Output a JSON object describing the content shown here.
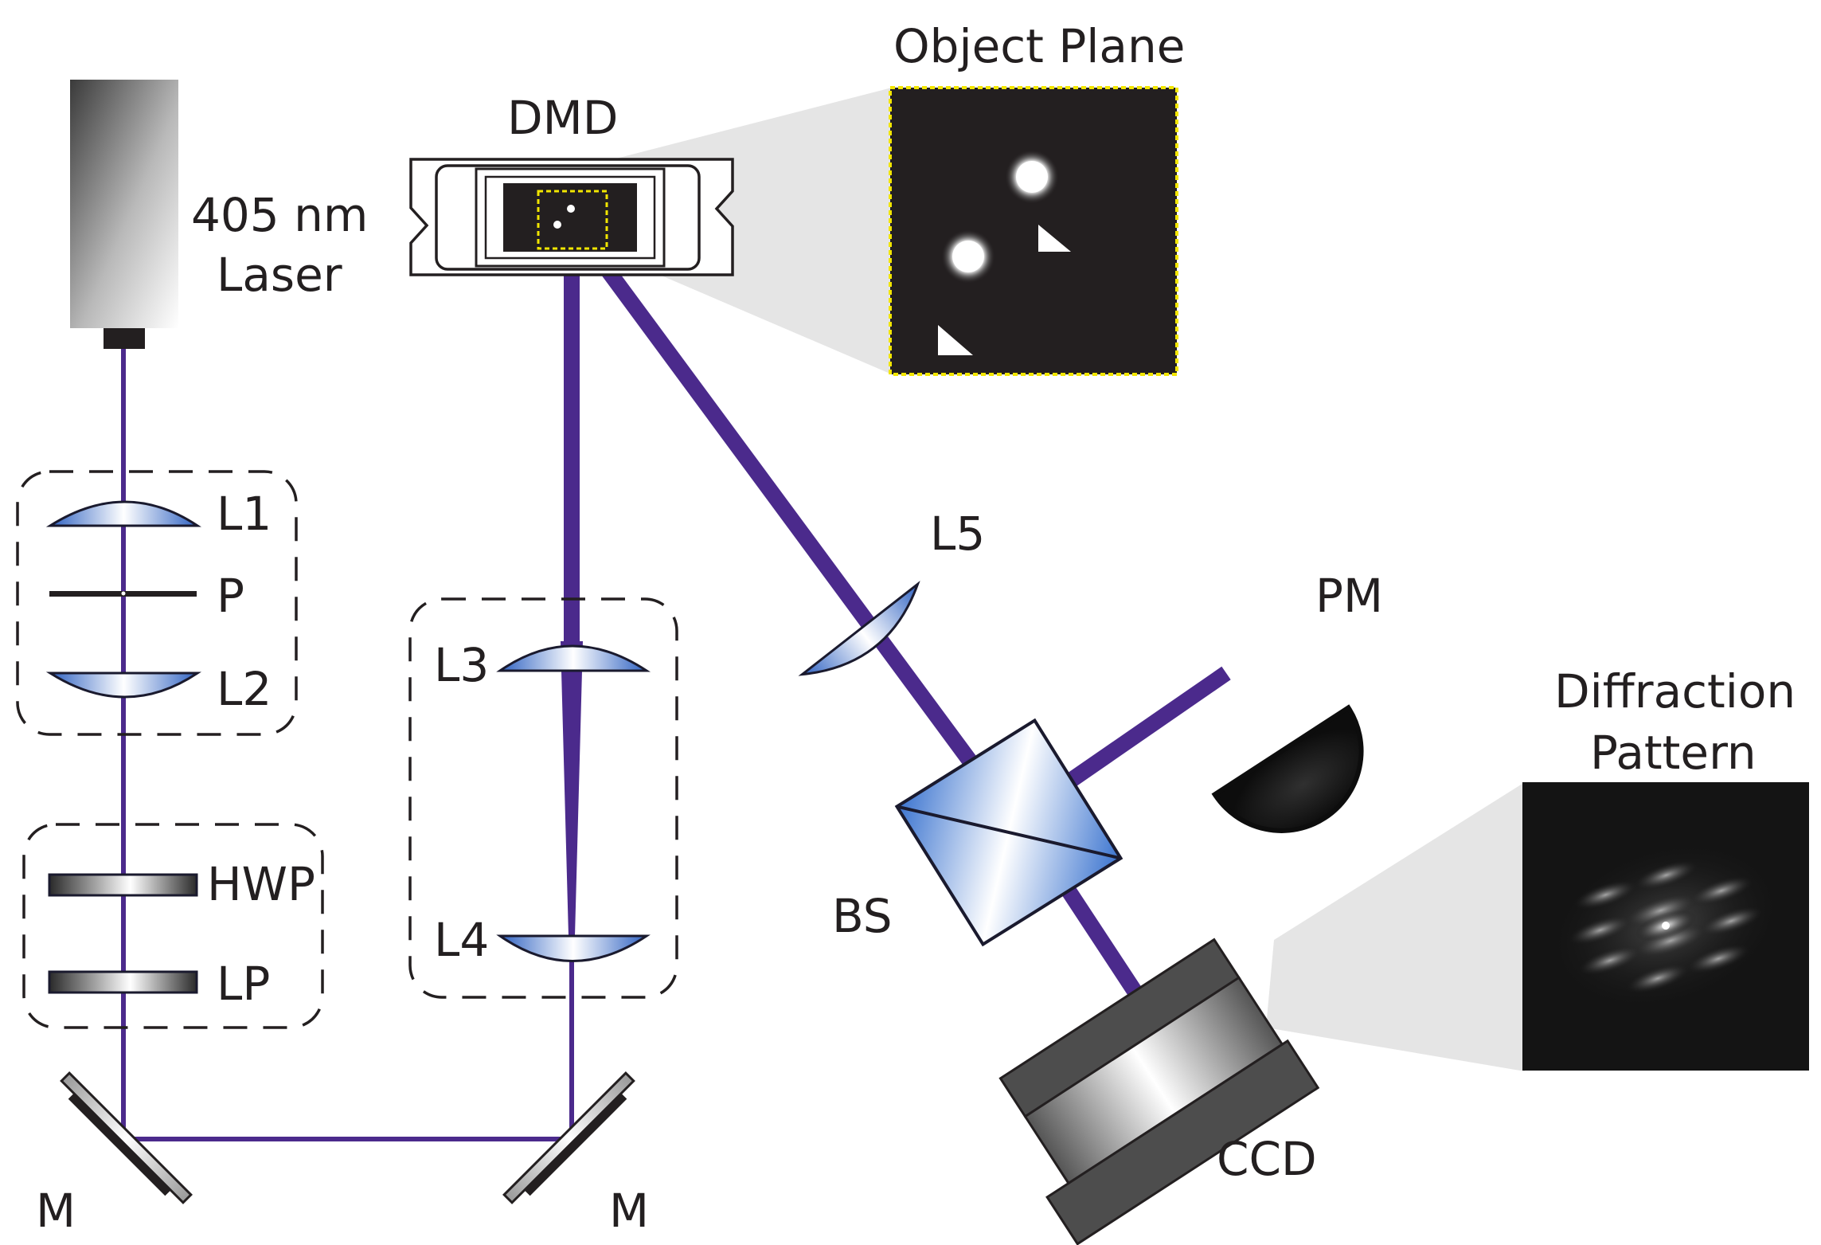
{
  "labels": {
    "laser": "405 nm",
    "laser2": "Laser",
    "dmd": "DMD",
    "object_plane": "Object Plane",
    "l1": "L1",
    "p": "P",
    "l2": "L2",
    "hwp": "HWP",
    "lp": "LP",
    "l3": "L3",
    "l4": "L4",
    "l5": "L5",
    "pm": "PM",
    "bs": "BS",
    "ccd": "CCD",
    "diffraction1": "Diffraction",
    "diffraction2": "Pattern",
    "m_left": "M",
    "m_right": "M"
  },
  "colors": {
    "beam": "#4b2a8c",
    "lens": "#3b6fc9",
    "panel": "#231f20",
    "highlight": "#f2e600"
  }
}
